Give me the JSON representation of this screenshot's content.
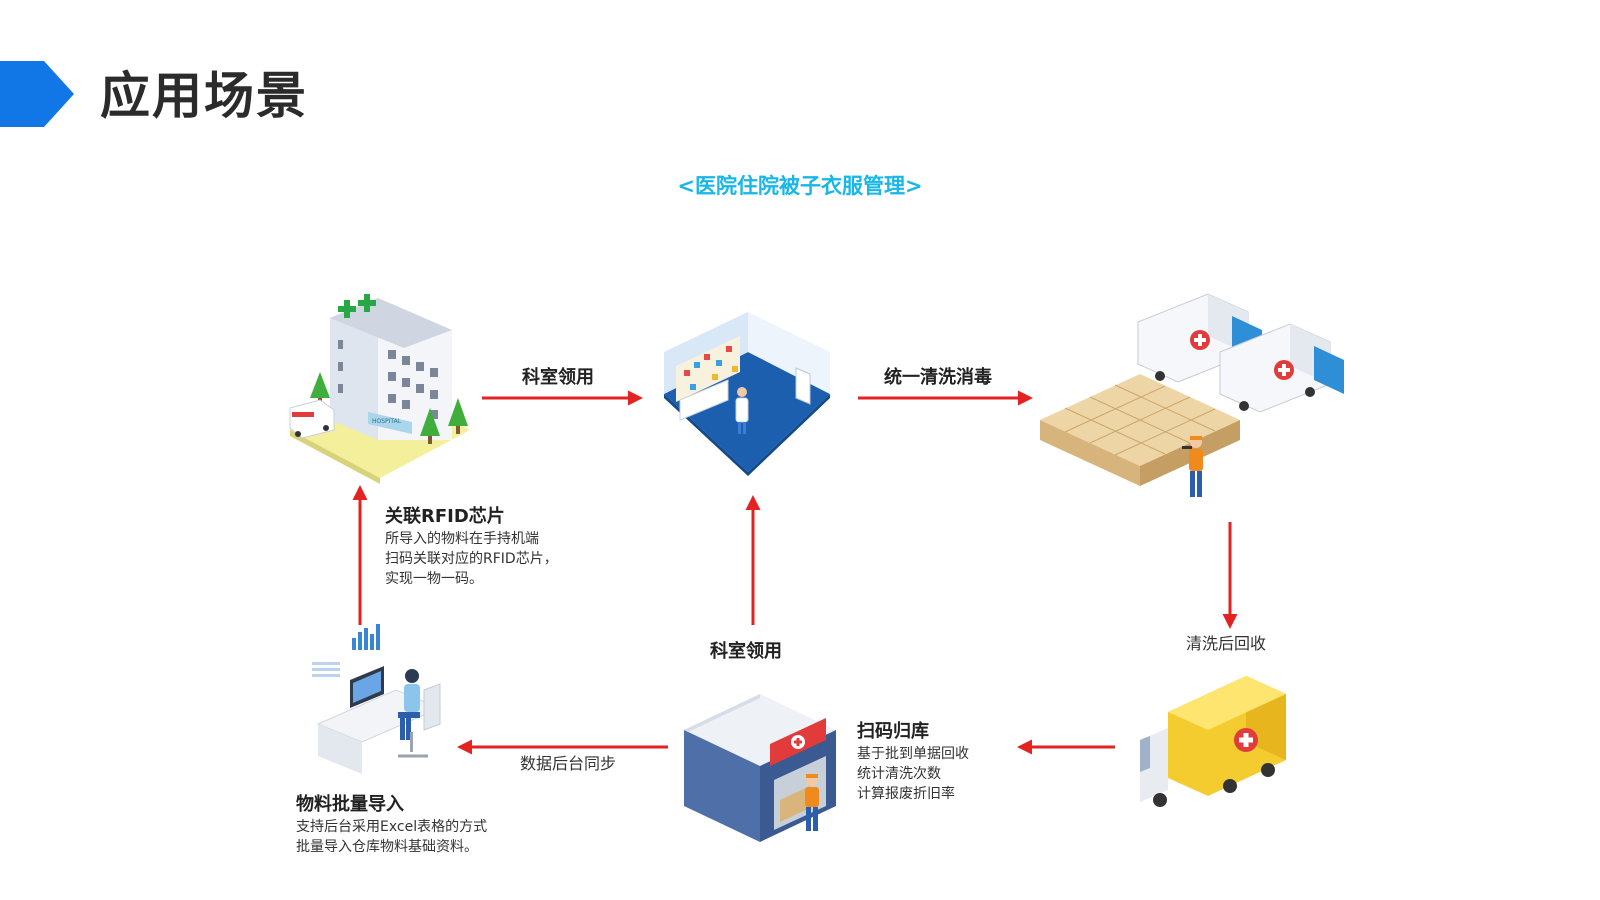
{
  "slide": {
    "title": "应用场景",
    "accent_color": "#1277e6"
  },
  "diagram": {
    "title": "<医院住院被子衣服管理>",
    "title_color": "#19b6e8",
    "arrow_color": "#e32222",
    "nodes": {
      "hospital": {
        "icon": "hospital-building-icon",
        "sign_text": "HOSPITAL"
      },
      "department": {
        "icon": "department-room-icon"
      },
      "laundry": {
        "icon": "laundry-trucks-boxes-icon"
      },
      "return_truck": {
        "icon": "delivery-truck-icon"
      },
      "warehouse": {
        "icon": "warehouse-worker-icon"
      },
      "workstation": {
        "icon": "computer-workstation-icon"
      }
    },
    "labels": {
      "dept_pickup_top": "科室领用",
      "unified_wash": "统一清洗消毒",
      "after_wash_return": "清洗后回收",
      "dept_pickup_bottom": "科室领用",
      "data_sync": "数据后台同步"
    },
    "steps": {
      "rfid": {
        "title": "关联RFID芯片",
        "lines": [
          "所导入的物料在手持机端",
          "扫码关联对应的RFID芯片，",
          "实现一物一码。"
        ]
      },
      "scan_store": {
        "title": "扫码归库",
        "lines": [
          "基于批到单据回收",
          "统计清洗次数",
          "计算报废折旧率"
        ]
      },
      "batch_import": {
        "title": "物料批量导入",
        "lines": [
          "支持后台采用Excel表格的方式",
          "批量导入仓库物料基础资料。"
        ]
      }
    }
  }
}
